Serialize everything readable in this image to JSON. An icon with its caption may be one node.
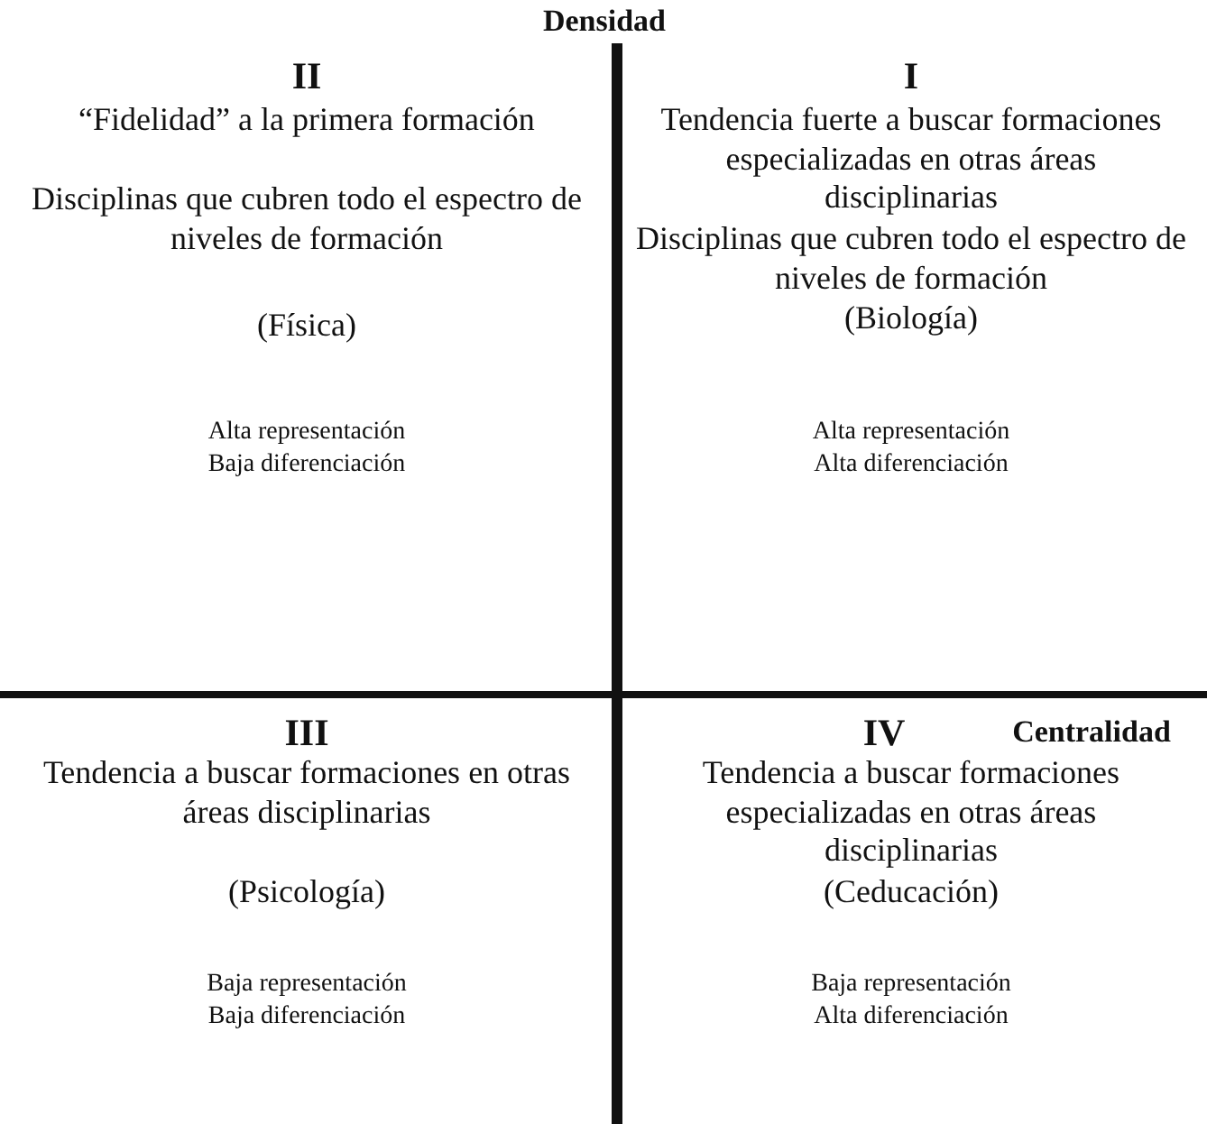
{
  "diagram": {
    "labels": [
      "Densidad",
      "II",
      "“Fidelidad” a la primera formación",
      "Disciplinas que cubren todo el espectro de niveles de formación",
      "(Física)",
      "Alta representación",
      "Baja diferenciación",
      "I",
      "Tendencia fuerte a buscar formaciones especializadas en otras áreas disciplinarias",
      "Disciplinas que cubren todo el espectro de niveles de formación",
      "(Biología)",
      "Alta representación",
      "Alta diferenciación",
      "III",
      "Tendencia a buscar formaciones en otras áreas disciplinarias",
      "(Psicología)",
      "Baja representación",
      "Baja diferenciación",
      "IV",
      "Centralidad",
      "Tendencia a buscar formaciones especializadas en otras áreas disciplinarias",
      "(Ceducación)",
      "Baja representación",
      "Alta diferenciación"
    ]
  }
}
